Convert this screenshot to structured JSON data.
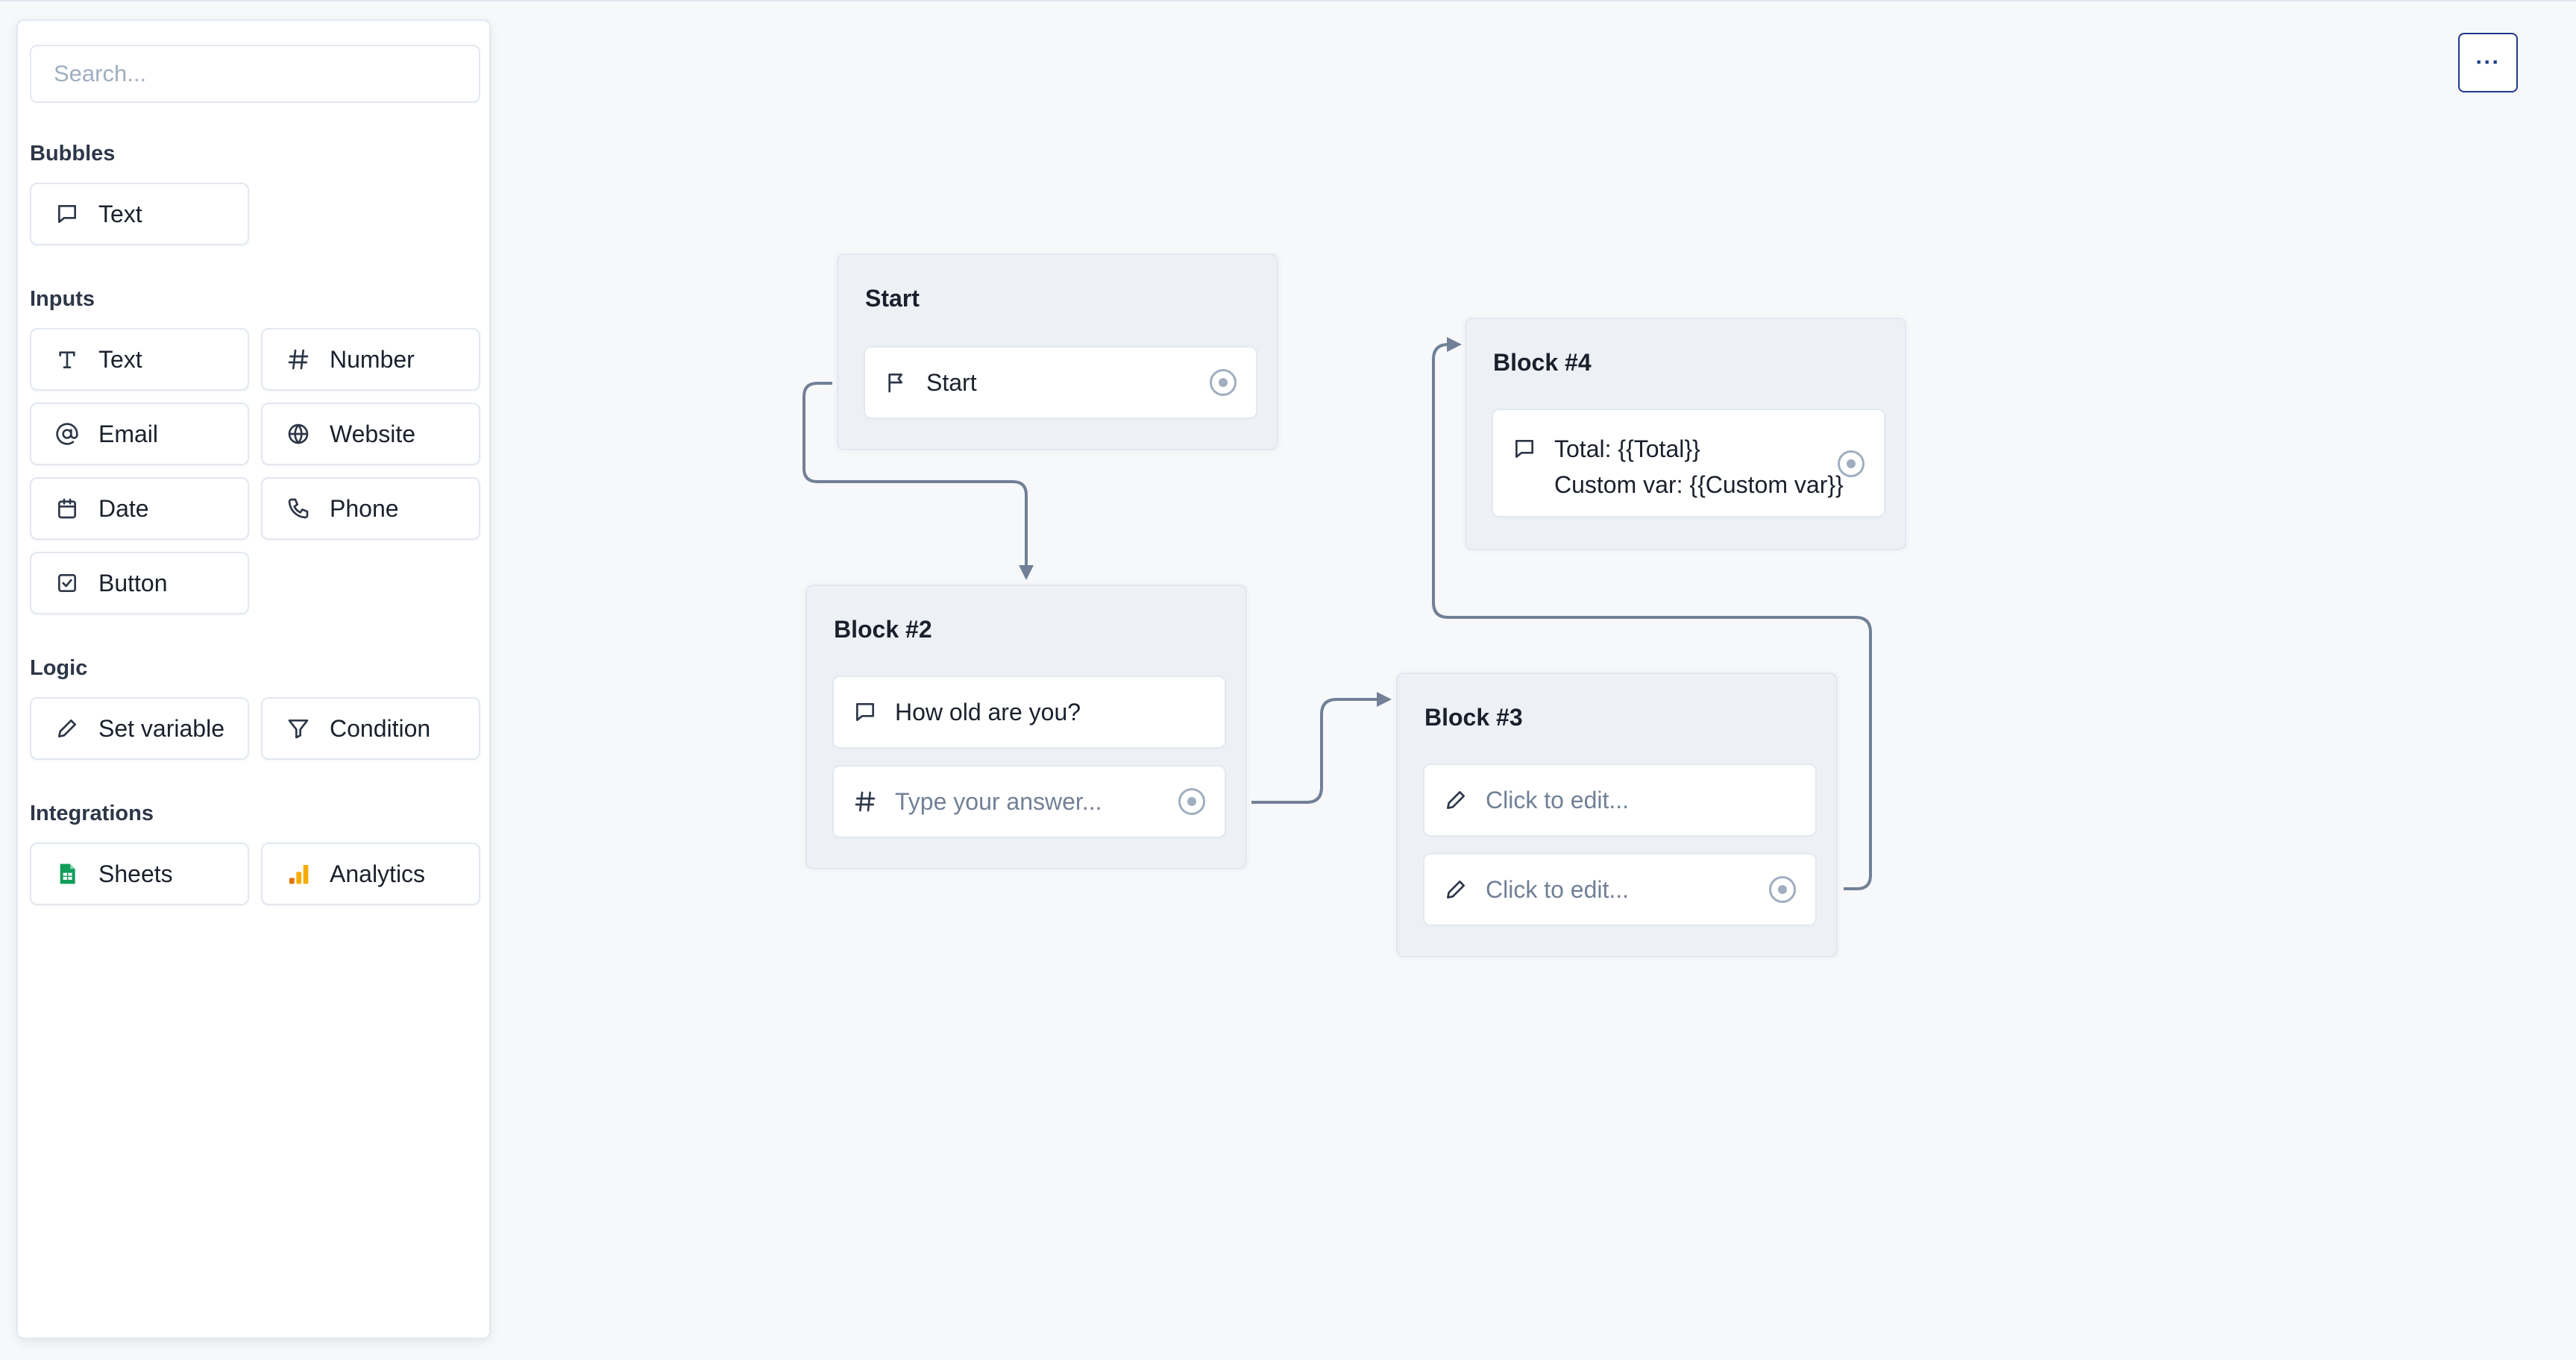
{
  "sidebar": {
    "search_placeholder": "Search...",
    "sections": {
      "bubbles": {
        "title": "Bubbles",
        "items": [
          {
            "label": "Text",
            "icon": "chat-bubble-icon"
          }
        ]
      },
      "inputs": {
        "title": "Inputs",
        "items": [
          {
            "label": "Text",
            "icon": "text-t-icon"
          },
          {
            "label": "Number",
            "icon": "hash-icon"
          },
          {
            "label": "Email",
            "icon": "at-sign-icon"
          },
          {
            "label": "Website",
            "icon": "globe-icon"
          },
          {
            "label": "Date",
            "icon": "calendar-icon"
          },
          {
            "label": "Phone",
            "icon": "phone-icon"
          },
          {
            "label": "Button",
            "icon": "check-square-icon"
          }
        ]
      },
      "logic": {
        "title": "Logic",
        "items": [
          {
            "label": "Set variable",
            "icon": "pencil-icon"
          },
          {
            "label": "Condition",
            "icon": "filter-icon"
          }
        ]
      },
      "integrations": {
        "title": "Integrations",
        "items": [
          {
            "label": "Sheets",
            "icon": "google-sheets-icon"
          },
          {
            "label": "Analytics",
            "icon": "google-analytics-icon"
          }
        ]
      }
    }
  },
  "toolbar": {
    "menu_label": "···"
  },
  "blocks": {
    "start": {
      "title": "Start",
      "steps": [
        {
          "label": "Start",
          "icon": "flag-icon"
        }
      ]
    },
    "block2": {
      "title": "Block #2",
      "steps": [
        {
          "label": "How old are you?",
          "icon": "chat-bubble-icon"
        },
        {
          "placeholder": "Type your answer...",
          "icon": "hash-icon"
        }
      ]
    },
    "block3": {
      "title": "Block #3",
      "steps": [
        {
          "placeholder": "Click to edit...",
          "icon": "pencil-icon"
        },
        {
          "placeholder": "Click to edit...",
          "icon": "pencil-icon"
        }
      ]
    },
    "block4": {
      "title": "Block #4",
      "steps": [
        {
          "line1": "Total: {{Total}}",
          "line2": "Custom var: {{Custom var}}",
          "icon": "chat-bubble-icon"
        }
      ]
    }
  },
  "colors": {
    "edge": "#718096",
    "accent": "#1e3a8a",
    "sheets": "#0f9d58",
    "analytics": "#f9ab00"
  }
}
